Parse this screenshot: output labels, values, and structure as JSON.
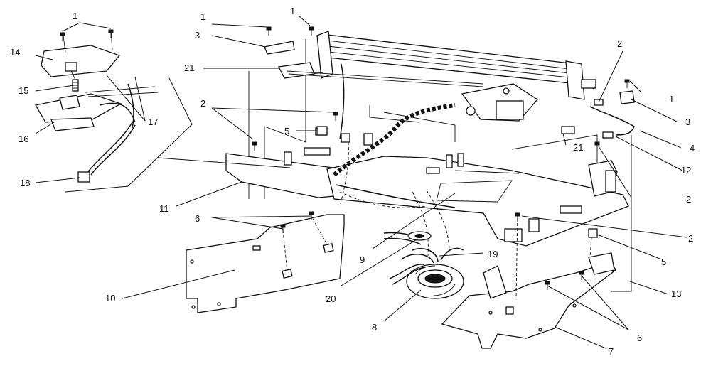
{
  "labels": [
    "1",
    "2",
    "3",
    "4",
    "5",
    "6",
    "7",
    "8",
    "9",
    "10",
    "11",
    "12",
    "13",
    "14",
    "15",
    "16",
    "17",
    "18",
    "19",
    "20",
    "21"
  ],
  "colors": {
    "ink": "#111111",
    "paper": "#ffffff"
  }
}
